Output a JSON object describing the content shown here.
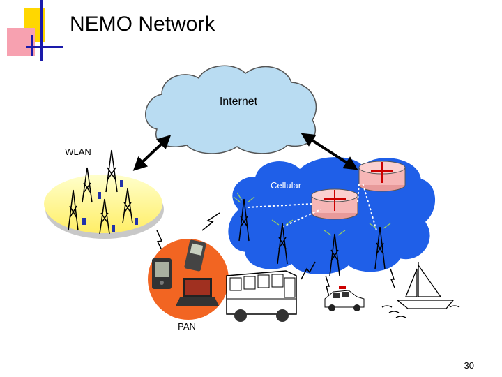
{
  "slide": {
    "title": "NEMO Network",
    "page_number": "30"
  },
  "diagram": {
    "internet_label": "Internet",
    "wlan_label": "WLAN",
    "cellular_label": "Cellular",
    "pan_label": "PAN",
    "colors": {
      "internet_cloud": "#b9dcf2",
      "cellular_cloud": "#1f5fe8",
      "wlan_ellipse": "#ffff99",
      "pan_circle": "#f26522",
      "router": "#f6b6b6",
      "logo_yellow": "#ffd700",
      "logo_blue": "#1a1aaa",
      "logo_pink": "#f7a1b0"
    },
    "icons": [
      "antenna-tower-icon",
      "router-icon",
      "pda-icon",
      "phone-icon",
      "laptop-icon",
      "bus-icon",
      "car-icon",
      "boat-icon"
    ]
  }
}
